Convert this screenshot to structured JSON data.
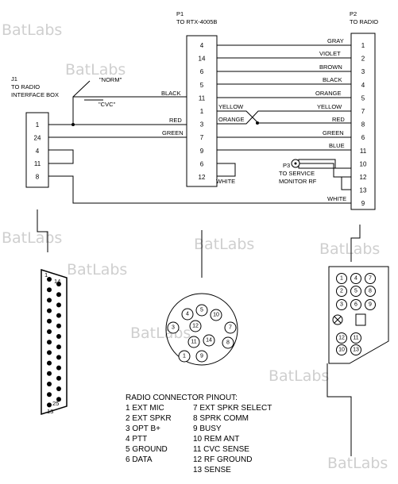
{
  "watermark": "BatLabs",
  "p1": {
    "title": "P1",
    "subtitle": "TO RTX-4005B",
    "pins": [
      "4",
      "14",
      "6",
      "5",
      "11",
      "1",
      "3",
      "7",
      "9",
      "6",
      "12"
    ]
  },
  "p2": {
    "title": "P2",
    "subtitle": "TO RADIO",
    "pins": [
      "1",
      "2",
      "3",
      "4",
      "5",
      "7",
      "8",
      "6",
      "11",
      "10",
      "12",
      "13",
      "9"
    ]
  },
  "j1": {
    "title": "J1",
    "line2": "TO RADIO",
    "line3": "INTERFACE BOX",
    "pins": [
      "1",
      "24",
      "4",
      "11",
      "8"
    ]
  },
  "p3": {
    "title": "P3",
    "line2": "TO SERVICE",
    "line3": "MONITOR RF"
  },
  "switch": {
    "norm": "\"NORM\"",
    "cvc": "\"CVC\""
  },
  "wires": {
    "gray": "GRAY",
    "violet": "VIOLET",
    "brown": "BROWN",
    "black": "BLACK",
    "orange": "ORANGE",
    "yellow": "YELLOW",
    "red": "RED",
    "green": "GREEN",
    "blue": "BLUE",
    "white": "WHITE"
  },
  "db25": {
    "pin1": "1",
    "pin14": "14",
    "pin13": "13",
    "pin25": "25"
  },
  "round_pins": [
    "5",
    "4",
    "10",
    "3",
    "12",
    "7",
    "11",
    "14",
    "8",
    "1",
    "9"
  ],
  "rect_pins": [
    "1",
    "4",
    "7",
    "2",
    "5",
    "8",
    "3",
    "6",
    "9",
    "10",
    "11",
    "12",
    "13"
  ],
  "pinout": {
    "title": "RADIO CONNECTOR PINOUT:",
    "rows": [
      [
        "1  EXT MIC",
        "7  EXT SPKR SELECT"
      ],
      [
        "2  EXT SPKR",
        "8  SPRK COMM"
      ],
      [
        "3  OPT B+",
        "9  BUSY"
      ],
      [
        "4  PTT",
        "10  REM ANT"
      ],
      [
        "5  GROUND",
        "11  CVC SENSE"
      ],
      [
        "6  DATA",
        "12  RF GROUND"
      ],
      [
        "",
        "13  SENSE"
      ]
    ]
  }
}
